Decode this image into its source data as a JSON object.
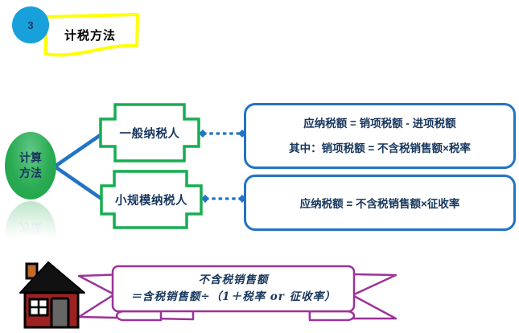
{
  "slide": {
    "section_badge": "3",
    "section_title": "计税方法",
    "root_node": {
      "line1": "计算",
      "line2": "方法"
    },
    "nodes": {
      "general_taxpayer": "一般纳税人",
      "small_scale_taxpayer": "小规模纳税人"
    },
    "formulas": {
      "general": {
        "line1": "应纳税额 = 销项税额 - 进项税额",
        "line2": "其中：销项税额 = 不含税销售额×税率"
      },
      "small_scale": {
        "line1": "应纳税额 = 不含税销售额×征收率"
      }
    },
    "banner": {
      "line1": "不含税销售额",
      "line2": "＝含税销售额÷（1＋税率 or 征收率）"
    },
    "icons": {
      "house": "house-icon"
    },
    "colors": {
      "badge_blue": "#18A0DB",
      "title_outline_yellow": "#FFFF00",
      "node_green": "#16AD51",
      "connector_blue": "#2273C4",
      "text_navy": "#17365D",
      "banner_purple": "#9B3399",
      "house_red": "#9E2121"
    }
  }
}
